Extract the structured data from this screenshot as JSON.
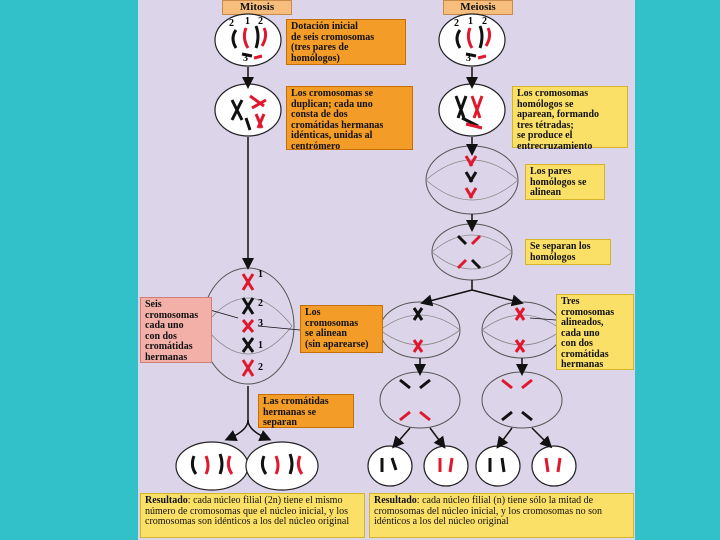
{
  "headers": {
    "mitosis": "Mitosis",
    "meiosis": "Meiosis"
  },
  "labels": {
    "mitosis_initial": "Dotación inicial\nde seis cromosomas\n(tres pares de\nhomólogos)",
    "mitosis_duplicate": "Los cromosomas se\nduplican; cada uno\nconsta de dos\ncromátidas hermanas\nidénticas, unidas al\ncentrómero",
    "meiosis_pair": "Los cromosomas\nhomólogos se\naparean, formando\ntres tétradas;\nse produce el\nentrecruzamiento",
    "meiosis_align": "Los pares\nhomólogos se\nalinean",
    "meiosis_separate": "Se separan los\nhomólogos",
    "mitosis_six": "Seis\ncromosomas\ncada uno\ncon dos\ncromátidas\nhermanas",
    "mitosis_align": "Los\ncromosomas\nse alinean\n(sin aparearse)",
    "meiosis_three": "Tres\ncromosomas\nalineados,\ncada uno\ncon dos\ncromátidas\nhermanas",
    "mitosis_split": "Las cromátidas\nhermanas se\nseparan"
  },
  "results": {
    "mitosis_bold": "Resultado",
    "mitosis_text": ": cada núcleo filial (2n) tiene el mismo número de cromosomas que el núcleo inicial, y los cromosomas son idénticos a los del núcleo original",
    "meiosis_bold": "Resultado",
    "meiosis_text": ": cada núcleo filial (n) tiene sólo la mitad de cromosomas del núcleo inicial, y los cromosomas no son idénticos a los del núcleo original"
  },
  "numbers": {
    "one": "1",
    "two": "2",
    "three": "3"
  },
  "colors": {
    "red": "#e0182d",
    "black": "#111111",
    "orange": "#f39c28",
    "yellow": "#fbe067",
    "pink": "#f3b0a8",
    "background": "#33c1c9",
    "panel": "#dcd5ea"
  }
}
